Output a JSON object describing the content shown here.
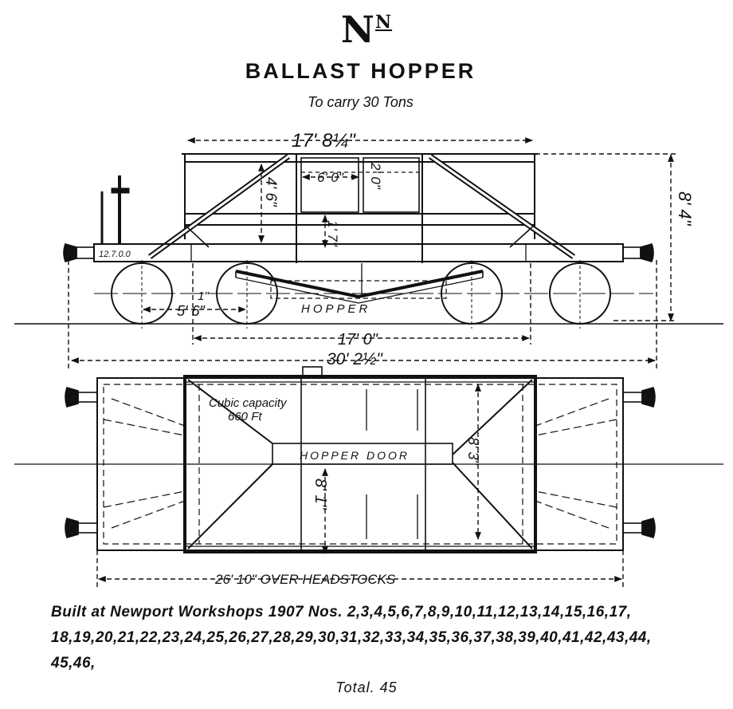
{
  "header": {
    "number": "N",
    "number_suffix": "N",
    "title": "BALLAST HOPPER",
    "subtitle": "To carry 30 Tons"
  },
  "side_elevation": {
    "dim_body_length": "17' 8¼\"",
    "dim_height": "8' 4\"",
    "dim_door_width": "6' 0\"",
    "dim_door_height": "2' 0\"",
    "dim_side_height": "4' 6\"",
    "dim_bay_height": "1' 7\"",
    "dim_wheelbase_half": "5' 6\"",
    "dim_wheelbase_top": "1\"",
    "dim_wheelbase": "17' 0\"",
    "dim_overall": "30' 2½\"",
    "tare_plate": "12.7.0.0",
    "hopper_label": "HOPPER"
  },
  "plan_view": {
    "capacity_line1": "Cubic capacity",
    "capacity_line2": "660 Ft",
    "hopper_door_label": "HOPPER DOOR",
    "dim_width": "8' 1\"",
    "dim_slope": "8' 3\"",
    "dim_headstocks": "26' 10\" OVER HEADSTOCKS"
  },
  "footer": {
    "built_line1": "Built at Newport Workshops 1907  Nos. 2,3,4,5,6,7,8,9,10,11,12,13,14,15,16,17,",
    "built_line2": "18,19,20,21,22,23,24,25,26,27,28,29,30,31,32,33,34,35,36,37,38,39,40,41,42,43,44,",
    "built_line3": "45,46,",
    "total": "Total. 45"
  }
}
